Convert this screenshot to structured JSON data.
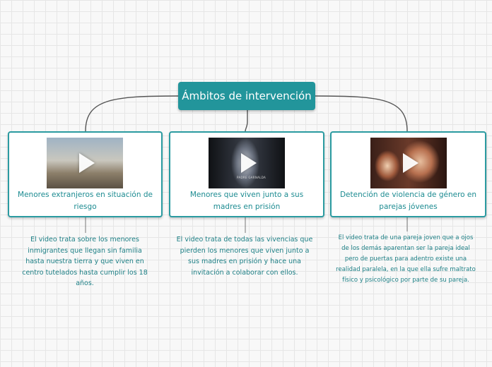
{
  "central_topic": "Ámbitos de intervención",
  "colors": {
    "accent": "#22959b",
    "text": "#1c8b91",
    "connector": "#555555"
  },
  "branches": [
    {
      "thumbnail": "video-thumbnail-beach",
      "title": "Menores extranjeros en situación de riesgo",
      "description": "El video trata sobre los menores inmigrantes que llegan sin familia hasta nuestra tierra y que viven en centro tutelados hasta cumplir los 18 años."
    },
    {
      "thumbnail": "video-thumbnail-prison-corridor",
      "thumbnail_caption": "PADRE GARNALDA",
      "title": "Menores que viven junto a sus madres en prisión",
      "description": "El video trata de todas las vivencias que pierden los menores que viven junto a sus madres en prisión y hace una invitación a colaborar con ellos."
    },
    {
      "thumbnail": "video-thumbnail-couple",
      "title": "Detención de violencia de género en parejas jóvenes",
      "description": "El video trata de una pareja joven que a ojos de los demás aparentan ser la pareja ideal pero de puertas para adentro existe una realidad paralela, en la que ella sufre maltrato físico y psicológico por parte de su pareja."
    }
  ]
}
